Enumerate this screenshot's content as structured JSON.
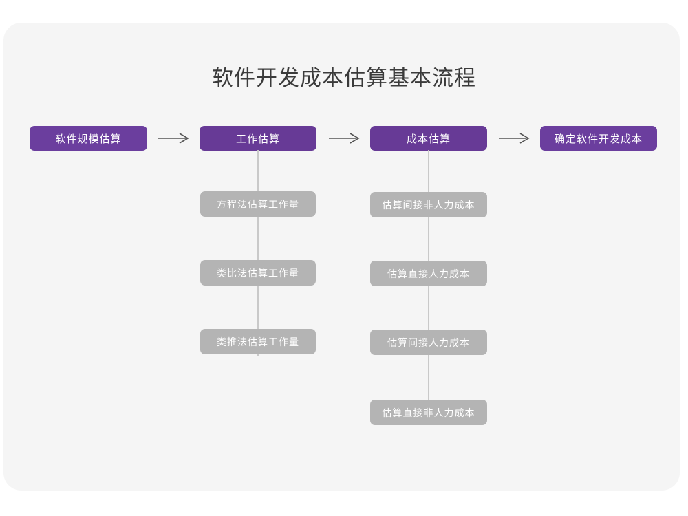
{
  "diagram": {
    "title": "软件开发成本估算基本流程",
    "colors": {
      "card_background": "#f5f5f5",
      "page_background": "#ffffff",
      "primary_node": "#6b3e9e",
      "secondary_node": "#b4b4b4",
      "connector": "#c9c9c9",
      "arrow": "#545454",
      "title_text": "#3b3b3b",
      "node_text": "#ffffff"
    },
    "main_flow": [
      {
        "id": "step-1",
        "label": "软件规模估算"
      },
      {
        "id": "step-2",
        "label": "工作估算"
      },
      {
        "id": "step-3",
        "label": "成本估算"
      },
      {
        "id": "step-4",
        "label": "确定软件开发成本"
      }
    ],
    "arrows": [
      {
        "id": "arrow-1",
        "glyph": "→",
        "from": "step-1",
        "to": "step-2"
      },
      {
        "id": "arrow-2",
        "glyph": "→",
        "from": "step-2",
        "to": "step-3"
      },
      {
        "id": "arrow-3",
        "glyph": "→",
        "from": "step-3",
        "to": "step-4"
      }
    ],
    "branches": [
      {
        "parent": "step-2",
        "items": [
          {
            "id": "branch-1-1",
            "label": "方程法估算工作量"
          },
          {
            "id": "branch-1-2",
            "label": "类比法估算工作量"
          },
          {
            "id": "branch-1-3",
            "label": "类推法估算工作量"
          }
        ]
      },
      {
        "parent": "step-3",
        "items": [
          {
            "id": "branch-2-1",
            "label": "估算间接非人力成本"
          },
          {
            "id": "branch-2-2",
            "label": "估算直接人力成本"
          },
          {
            "id": "branch-2-3",
            "label": "估算间接人力成本"
          },
          {
            "id": "branch-2-4",
            "label": "估算直接非人力成本"
          }
        ]
      }
    ]
  }
}
